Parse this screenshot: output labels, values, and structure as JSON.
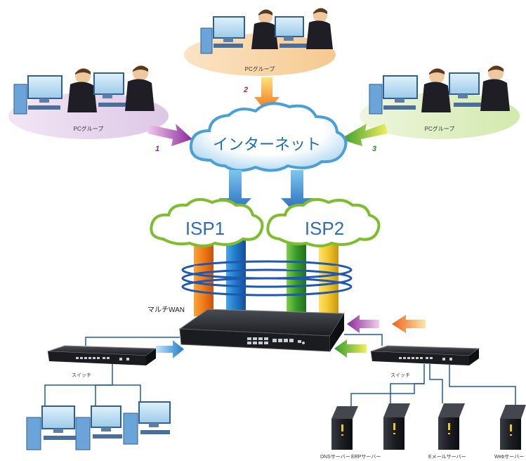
{
  "pc_groups": [
    {
      "label": "PCグループ",
      "number": "1"
    },
    {
      "label": "PCグループ",
      "number": "2"
    },
    {
      "label": "PCグループ",
      "number": "3"
    }
  ],
  "internet": {
    "label": "インターネット"
  },
  "isps": [
    {
      "label": "ISP1"
    },
    {
      "label": "ISP2"
    }
  ],
  "router": {
    "label": "マルチWAN"
  },
  "switches": [
    {
      "label": "スイッチ"
    },
    {
      "label": "スイッチ"
    }
  ],
  "servers": [
    {
      "label": "DNSサーバー"
    },
    {
      "label": "ERPサーバー"
    },
    {
      "label": "Eメールサーバー"
    },
    {
      "label": "Webサーバー"
    }
  ],
  "colors": {
    "group1": "#7a2a8c",
    "group2": "#f08a1c",
    "group3": "#2e8a2e",
    "cloud_text": "#1a6fb5",
    "isp_text": "#2e6eb5",
    "isp_cloud_border": "#7dbd2e",
    "cable_blue": "#1f58b0"
  }
}
